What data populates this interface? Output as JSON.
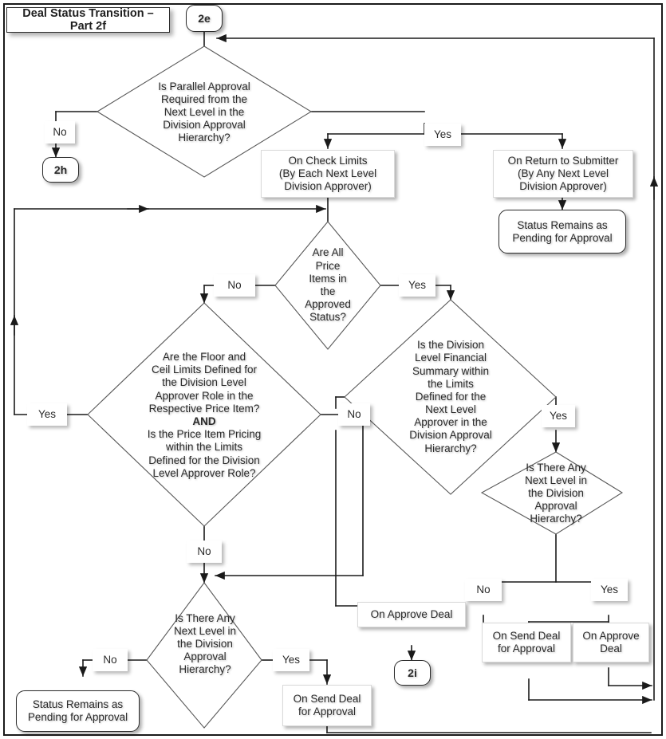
{
  "diagram": {
    "title": "Deal Status Transition – Part 2f",
    "type": "flowchart"
  },
  "nodes": {
    "title_box": {
      "label": "Deal Status Transition – Part 2f"
    },
    "connector_2e": {
      "label": "2e"
    },
    "connector_2h": {
      "label": "2h"
    },
    "connector_2i": {
      "label": "2i"
    },
    "d_parallel_approval": {
      "line1": "Is Parallel Approval",
      "line2": "Required from the",
      "line3": "Next Level in the",
      "line4": "Division Approval",
      "line5": "Hierarchy?"
    },
    "p_check_limits": {
      "line1": "On Check Limits",
      "line2": "(By Each  Next Level",
      "line3": "Division Approver)"
    },
    "p_return_submitter": {
      "line1": "On Return to Submitter",
      "line2": "(By Any Next Level",
      "line3": "Division Approver)"
    },
    "t_status_remains_top": {
      "line1": "Status Remains as",
      "line2": "Pending for Approval"
    },
    "d_all_price_items": {
      "line1": "Are All",
      "line2": "Price",
      "line3": "Items in",
      "line4": "the",
      "line5": "Approved",
      "line6": "Status?"
    },
    "d_floor_ceil": {
      "line1": "Are the Floor and",
      "line2": "Ceil Limits Defined for",
      "line3": "the Division Level",
      "line4": "Approver Role in the",
      "line5": "Respective Price Item?",
      "line6": "AND",
      "line7": "Is the Price Item Pricing",
      "line8": "within the Limits",
      "line9": "Defined for the Division",
      "line10": "Level Approver Role?"
    },
    "d_financial_summary": {
      "line1": "Is the Division",
      "line2": "Level Financial",
      "line3": "Summary within",
      "line4": "the Limits",
      "line5": "Defined for the",
      "line6": "Next Level",
      "line7": "Approver in the",
      "line8": "Division Approval",
      "line9": "Hierarchy?"
    },
    "d_next_level_right": {
      "line1": "Is There Any",
      "line2": "Next Level in",
      "line3": "the Division",
      "line4": "Approval",
      "line5": "Hierarchy?"
    },
    "d_next_level_bottom": {
      "line1": "Is There Any",
      "line2": "Next Level in",
      "line3": "the Division",
      "line4": "Approval",
      "line5": "Hierarchy?"
    },
    "t_status_remains_bottom": {
      "line1": "Status Remains as",
      "line2": "Pending for Approval"
    },
    "p_send_deal_bottom": {
      "line1": "On Send Deal",
      "line2": "for Approval"
    },
    "p_approve_deal_mid": {
      "line1": "On Approve Deal"
    },
    "p_send_deal_right": {
      "line1": "On Send Deal",
      "line2": "for Approval"
    },
    "p_approve_deal_right": {
      "line1": "On Approve",
      "line2": "Deal"
    }
  },
  "edge_labels": {
    "parallel_no": "No",
    "parallel_yes": "Yes",
    "price_items_no": "No",
    "price_items_yes": "Yes",
    "floor_ceil_yes": "Yes",
    "floor_ceil_no": "No",
    "financial_no": "No",
    "financial_yes": "Yes",
    "next_level_right_no": "No",
    "next_level_right_yes": "Yes",
    "next_level_bottom_no": "No",
    "next_level_bottom_yes": "Yes"
  },
  "colors": {
    "line": "#1a1a1a",
    "diamond_stroke": "#595959",
    "text": "#2b2b2b",
    "background": "#ffffff"
  }
}
